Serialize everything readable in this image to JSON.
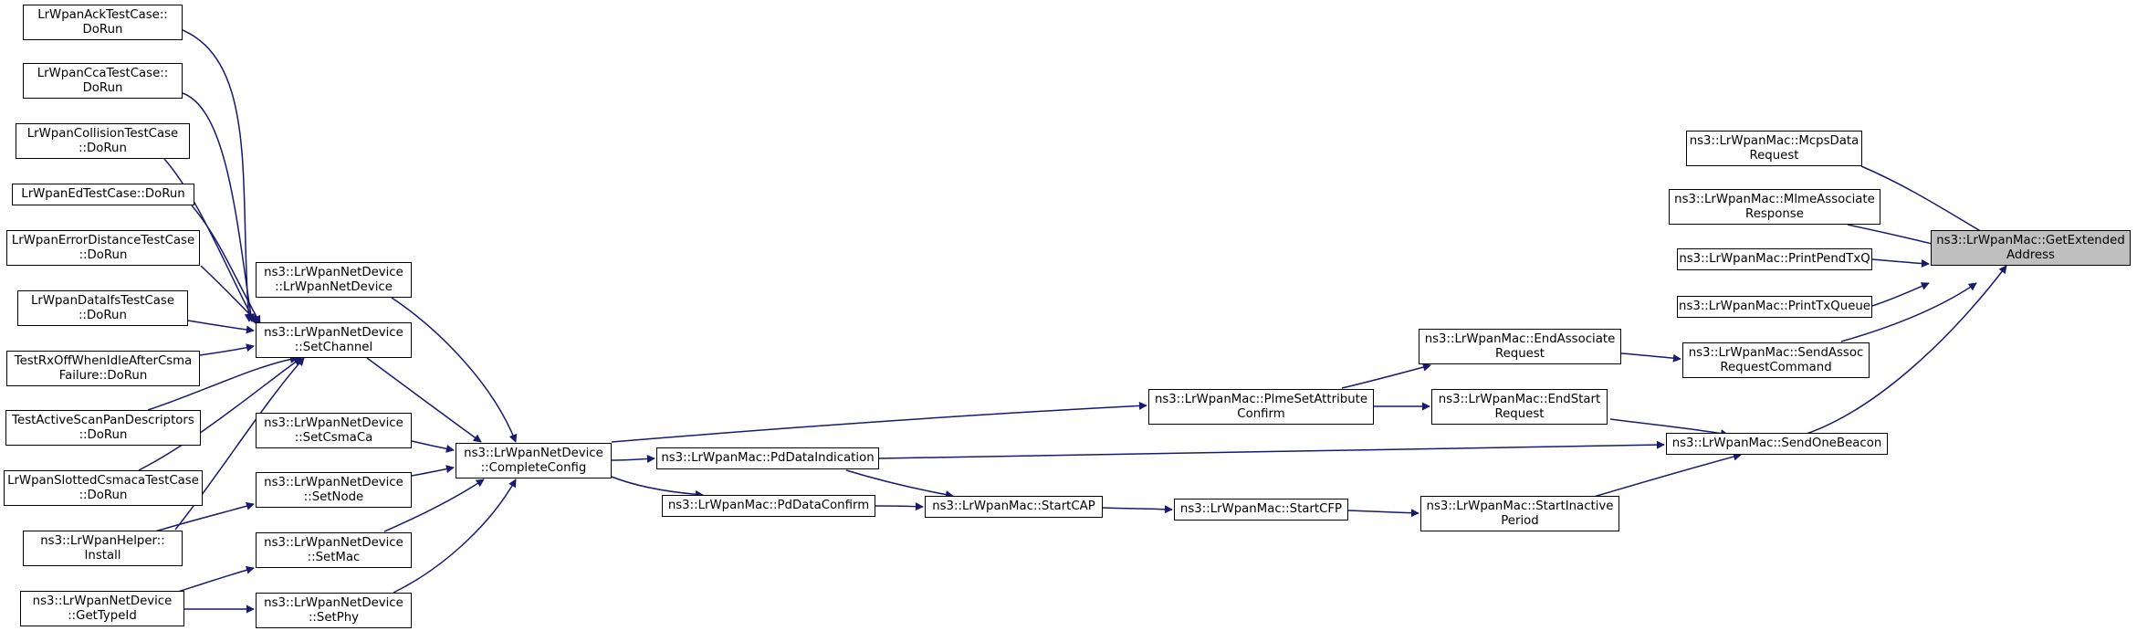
{
  "colors": {
    "edge": "#191970",
    "root_fill": "#bfbfbf",
    "node_fill": "#ffffff",
    "border": "#000000"
  },
  "nodes": {
    "get_extended_address": "ns3::LrWpanMac::GetExtended\nAddress",
    "mcps_data_request": "ns3::LrWpanMac::McpsData\nRequest",
    "mlme_associate_response": "ns3::LrWpanMac::MlmeAssociate\nResponse",
    "print_pend_txq": "ns3::LrWpanMac::PrintPendTxQ",
    "print_tx_queue": "ns3::LrWpanMac::PrintTxQueue",
    "send_assoc_request_command": "ns3::LrWpanMac::SendAssoc\nRequestCommand",
    "send_one_beacon": "ns3::LrWpanMac::SendOneBeacon",
    "end_associate_request": "ns3::LrWpanMac::EndAssociate\nRequest",
    "end_start_request": "ns3::LrWpanMac::EndStart\nRequest",
    "start_inactive_period": "ns3::LrWpanMac::StartInactive\nPeriod",
    "plme_set_attribute_confirm": "ns3::LrWpanMac::PlmeSetAttribute\nConfirm",
    "start_cfp": "ns3::LrWpanMac::StartCFP",
    "start_cap": "ns3::LrWpanMac::StartCAP",
    "pd_data_indication": "ns3::LrWpanMac::PdDataIndication",
    "pd_data_confirm": "ns3::LrWpanMac::PdDataConfirm",
    "complete_config": "ns3::LrWpanNetDevice\n::CompleteConfig",
    "lrwpan_net_device": "ns3::LrWpanNetDevice\n::LrWpanNetDevice",
    "set_channel": "ns3::LrWpanNetDevice\n::SetChannel",
    "set_csma_ca": "ns3::LrWpanNetDevice\n::SetCsmaCa",
    "set_node": "ns3::LrWpanNetDevice\n::SetNode",
    "set_mac": "ns3::LrWpanNetDevice\n::SetMac",
    "set_phy": "ns3::LrWpanNetDevice\n::SetPhy",
    "ack_test_case": "LrWpanAckTestCase::\nDoRun",
    "cca_test_case": "LrWpanCcaTestCase::\nDoRun",
    "collision_test_case": "LrWpanCollisionTestCase\n::DoRun",
    "ed_test_case": "LrWpanEdTestCase::DoRun",
    "error_distance_test_case": "LrWpanErrorDistanceTestCase\n::DoRun",
    "data_ifs_test_case": "LrWpanDataIfsTestCase\n::DoRun",
    "rx_off_test_case": "TestRxOffWhenIdleAfterCsma\nFailure::DoRun",
    "active_scan_test_case": "TestActiveScanPanDescriptors\n::DoRun",
    "slotted_csmaca_test_case": "LrWpanSlottedCsmacaTestCase\n::DoRun",
    "helper_install": "ns3::LrWpanHelper::\nInstall",
    "get_type_id": "ns3::LrWpanNetDevice\n::GetTypeId"
  }
}
